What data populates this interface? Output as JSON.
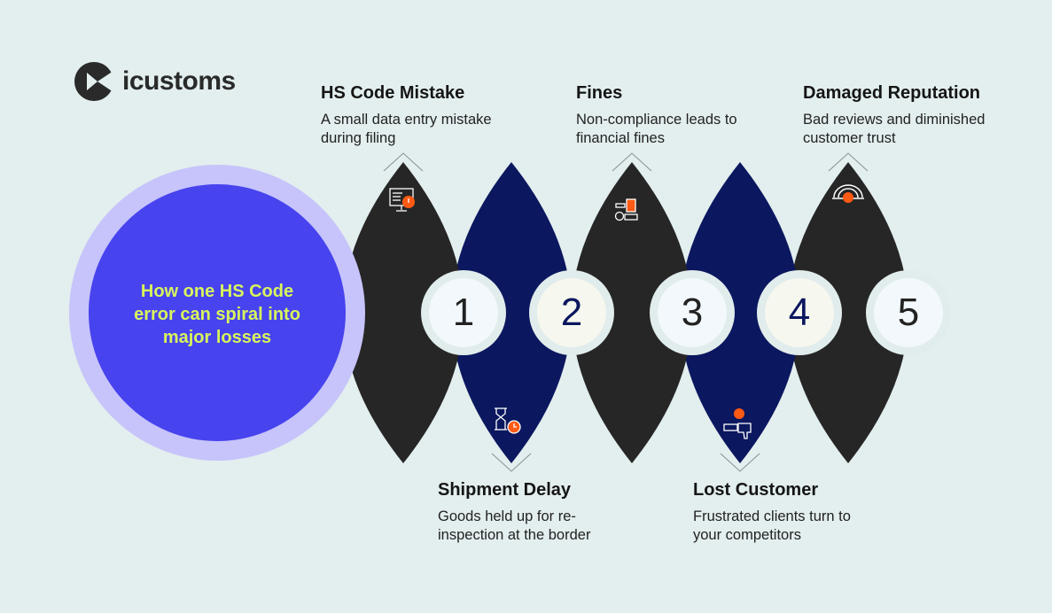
{
  "brand": {
    "name": "icustoms"
  },
  "center": {
    "text": "How one HS Code error can spiral into major losses"
  },
  "steps": [
    {
      "number": "1",
      "title": "HS Code Mistake",
      "description": "A small data entry mistake during filing",
      "icon": "monitor-alert-icon"
    },
    {
      "number": "2",
      "title": "Shipment Delay",
      "description": "Goods held up for re-inspection at the border",
      "icon": "hourglass-clock-icon"
    },
    {
      "number": "3",
      "title": "Fines",
      "description": "Non-compliance leads to financial fines",
      "icon": "gavel-money-icon"
    },
    {
      "number": "4",
      "title": "Lost Customer",
      "description": "Frustrated clients turn to your competitors",
      "icon": "thumbs-down-icon"
    },
    {
      "number": "5",
      "title": "Damaged Reputation",
      "description": "Bad reviews and diminished customer trust",
      "icon": "rating-gauge-icon"
    }
  ],
  "colors": {
    "background": "#e3eeee",
    "dark": "#262626",
    "navy": "#0b175e",
    "accent": "#ff5a14",
    "circle": "#4743ee",
    "ring": "#c6c4fa",
    "highlight": "#d8f55c"
  }
}
